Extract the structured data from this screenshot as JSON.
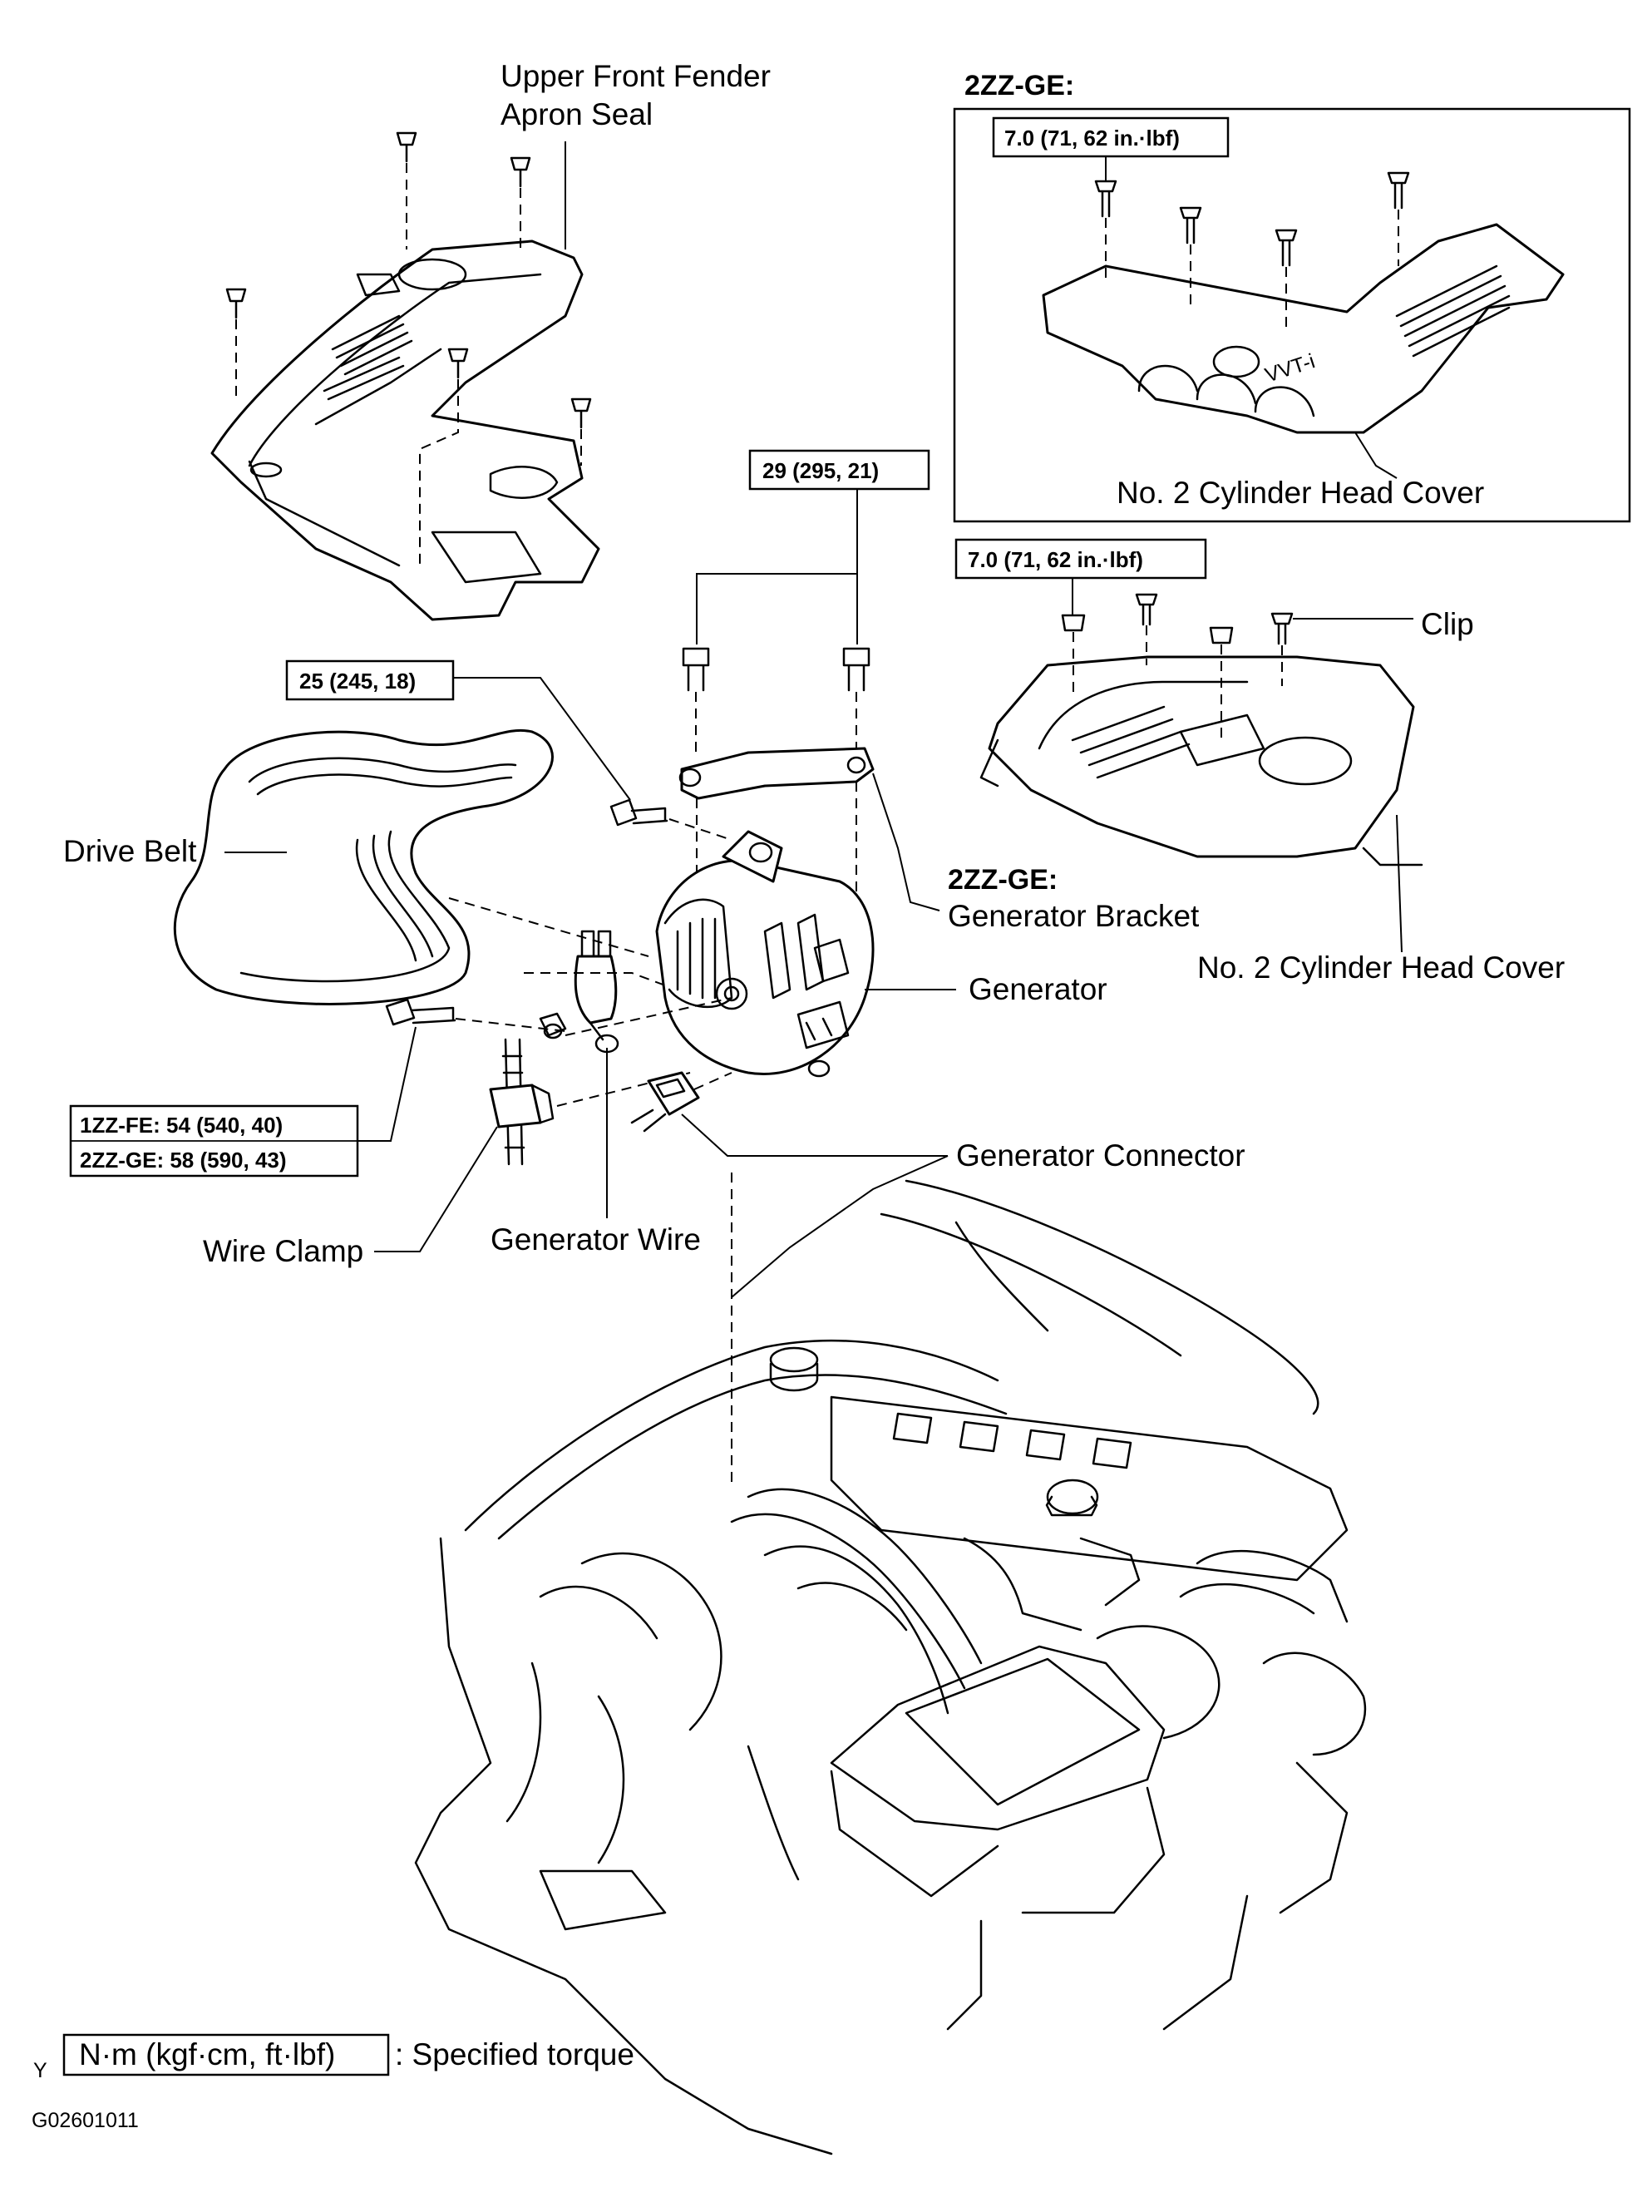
{
  "diagram": {
    "labels": {
      "upper_fender_line1": "Upper Front Fender",
      "upper_fender_line2": "Apron Seal",
      "inset_heading": "2ZZ-GE:",
      "inset_cover": "No. 2 Cylinder Head Cover",
      "clip": "Clip",
      "cover": "No. 2 Cylinder Head Cover",
      "drive_belt": "Drive Belt",
      "bracket_line1": "2ZZ-GE:",
      "bracket_line2": "Generator Bracket",
      "generator": "Generator",
      "generator_connector": "Generator Connector",
      "generator_wire": "Generator Wire",
      "wire_clamp": "Wire Clamp",
      "legend_box": "N·m (kgf·cm, ft·lbf)",
      "legend_text": ": Specified torque",
      "y_mark": "Y",
      "figure_code": "G02601011"
    },
    "torque": {
      "inset_bolt": "7.0 (71, 62 in.·lbf)",
      "cover_bolt": "7.0 (71, 62 in.·lbf)",
      "bracket_bolt": "29 (295, 21)",
      "pivot_bolt": "25 (245, 18)",
      "adjust_1zz": "1ZZ-FE: 54 (540, 40)",
      "adjust_2zz": "2ZZ-GE: 58 (590, 43)"
    }
  }
}
